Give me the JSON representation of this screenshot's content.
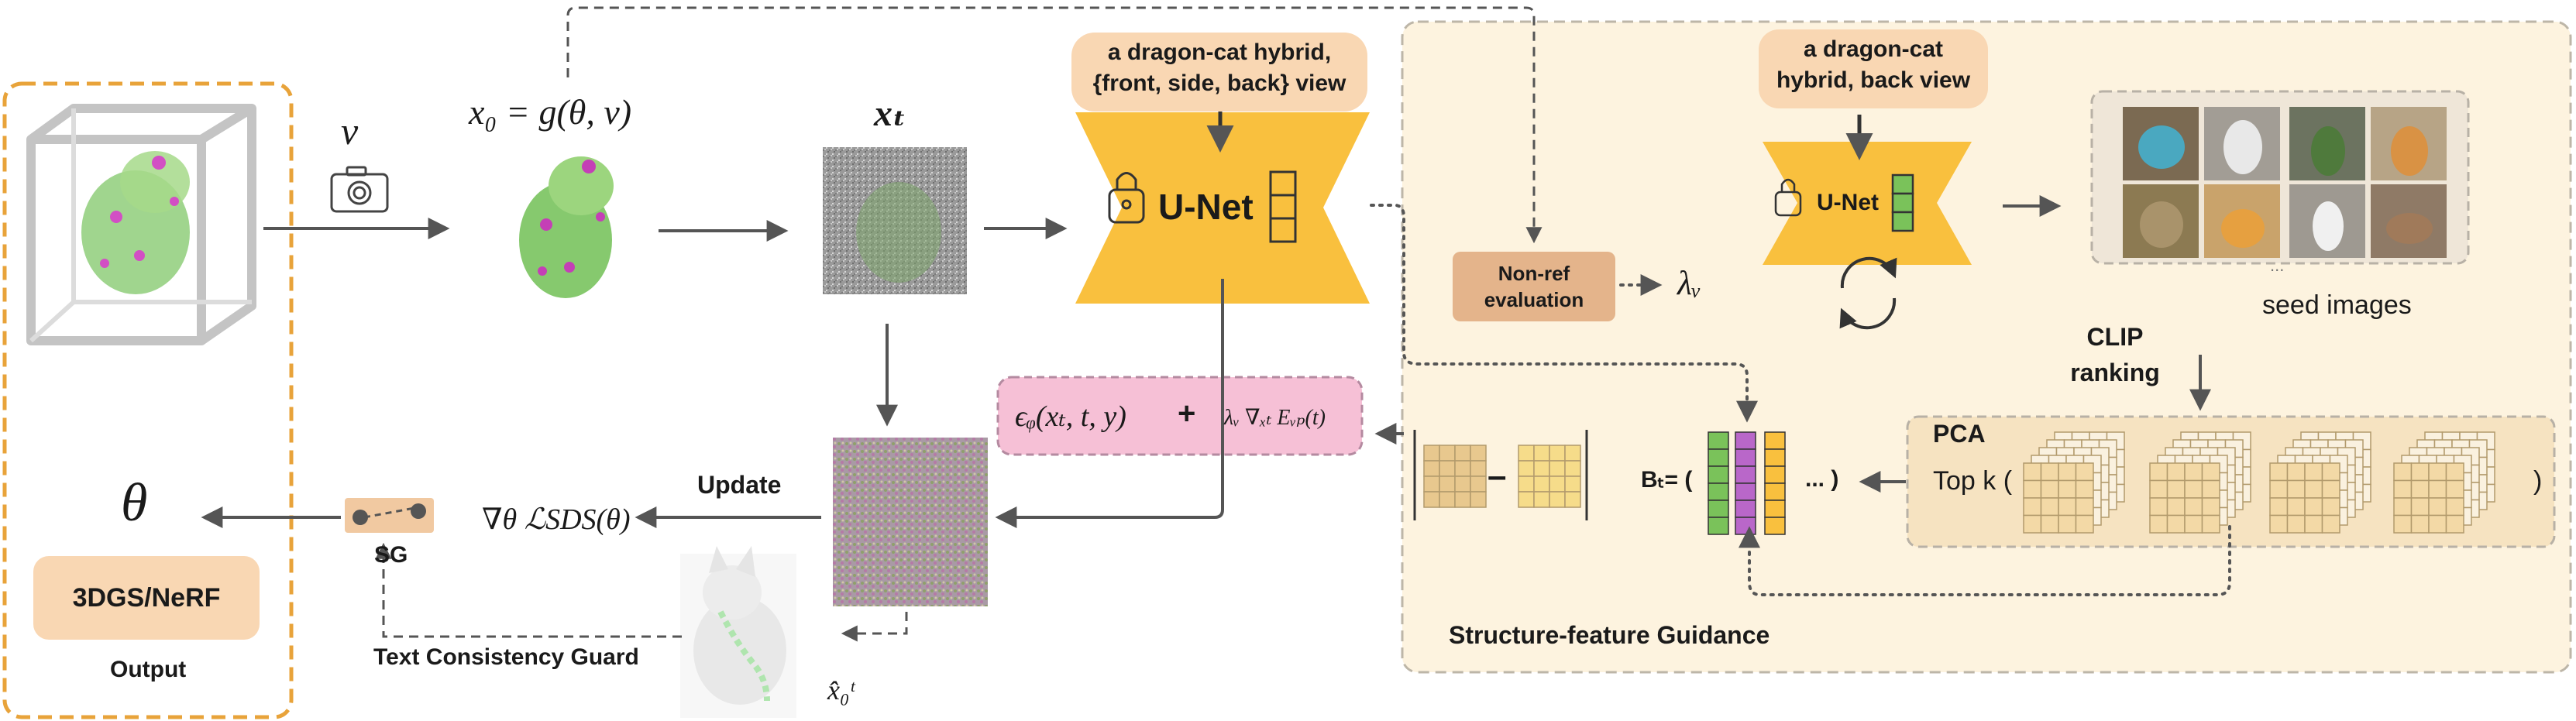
{
  "output": {
    "theta_label": "θ",
    "model_label": "3DGS/NeRF",
    "caption": "Output"
  },
  "camera": {
    "v_label": "v",
    "icon": "camera-icon"
  },
  "render": {
    "equation": "x₀ = g(θ, v)"
  },
  "noisy": {
    "label": "xₜ"
  },
  "unet_main": {
    "prompt_lines": [
      "a dragon-cat hybrid,",
      "{front, side, back} view"
    ],
    "label": "U-Net",
    "lock_icon": "lock-icon"
  },
  "nonref": {
    "lines": [
      "Non-ref",
      "evaluation"
    ],
    "lambda_label": "λᵥ"
  },
  "guidance_panel": {
    "title": "Structure-feature Guidance",
    "prompt_lines": [
      "a dragon-cat",
      "hybrid, back view"
    ],
    "unet_label": "U-Net",
    "seed_caption": "seed images",
    "ellipsis": "...",
    "clip_lines": [
      "CLIP",
      "ranking"
    ],
    "pca_label": "PCA",
    "topk_label": "Top k (",
    "topk_close": ")",
    "bt_label": "Bₜ= (",
    "bt_close": "... )",
    "minus": "–"
  },
  "noise_pred": {
    "eps": "ϵᵩ(xₜ, t, y)",
    "plus": "+",
    "term": "λᵥ ∇ₓₜ Eᵥₚ(t)"
  },
  "update": {
    "label": "Update",
    "grad": "∇θ ℒSDS(θ)",
    "sg_label": "SG"
  },
  "guard": {
    "label": "Text Consistency Guard",
    "x0_hat": "x̂₀ᵗ"
  },
  "colors": {
    "unet_yellow": "#f9c03e",
    "prompt_peach": "#f9d7b3",
    "panel_bg": "#fdf3df",
    "output_border": "#e8a33a",
    "arrow": "#555555",
    "green": "#7ac25a",
    "purple": "#b967c9",
    "orange_cell": "#f9c03e"
  }
}
